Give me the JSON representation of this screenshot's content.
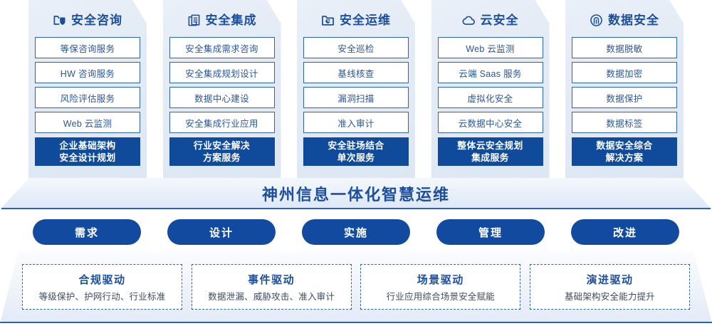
{
  "columns": [
    {
      "icon": "folder-shield-icon",
      "title": "安全咨询",
      "services": [
        "等保咨询服务",
        "HW 咨询服务",
        "风险评估服务",
        "Web 云监测"
      ],
      "solution_line1": "企业基础架构",
      "solution_line2": "安全设计规划"
    },
    {
      "icon": "document-stack-icon",
      "title": "安全集成",
      "services": [
        "安全集成需求咨询",
        "安全集成规划设计",
        "数据中心建设",
        "安全集成行业应用"
      ],
      "solution_line1": "行业安全解决",
      "solution_line2": "方案服务"
    },
    {
      "icon": "folder-chart-icon",
      "title": "安全运维",
      "services": [
        "安全巡检",
        "基线核查",
        "漏洞扫描",
        "准入审计"
      ],
      "solution_line1": "安全驻场结合",
      "solution_line2": "单次服务"
    },
    {
      "icon": "cloud-icon",
      "title": "云安全",
      "services": [
        "Web 云监测",
        "云端 Saas 服务",
        "虚拟化安全",
        "云数据中心安全"
      ],
      "solution_line1": "整体云安全规划",
      "solution_line2": "集成服务"
    },
    {
      "icon": "fingerprint-icon",
      "title": "数据安全",
      "services": [
        "数据脱敏",
        "数据加密",
        "数据保护",
        "数据标签"
      ],
      "solution_line1": "数据安全综合",
      "solution_line2": "解决方案"
    }
  ],
  "banner": {
    "title": "神州信息一体化智慧运维"
  },
  "phases": [
    {
      "label": "需求"
    },
    {
      "label": "设计"
    },
    {
      "label": "实施"
    },
    {
      "label": "管理"
    },
    {
      "label": "改进"
    }
  ],
  "drivers": [
    {
      "title": "合规驱动",
      "subtitle": "等级保护、护网行动、行业标准"
    },
    {
      "title": "事件驱动",
      "subtitle": "数据泄漏、威胁攻击、准入审计"
    },
    {
      "title": "场景驱动",
      "subtitle": "行业应用综合场景安全赋能"
    },
    {
      "title": "演进驱动",
      "subtitle": "基础架构安全能力提升"
    }
  ],
  "colors": {
    "brand_blue": "#1d4f9c",
    "dark_blue": "#0f4a9b",
    "pill_blue": "#114a9e",
    "border_blue": "#2f62ae",
    "panel_bg": "#e6edf7"
  }
}
